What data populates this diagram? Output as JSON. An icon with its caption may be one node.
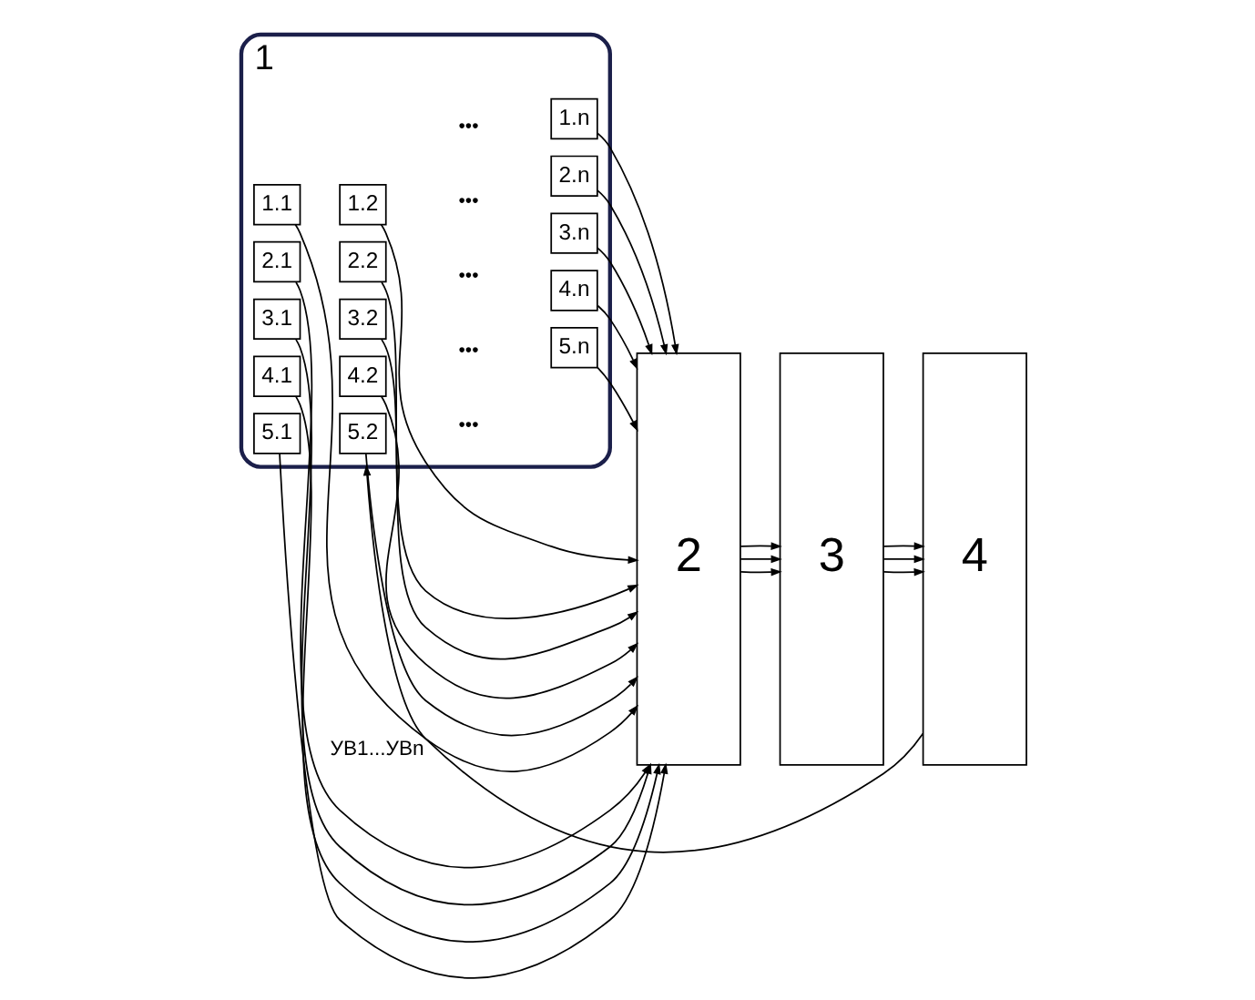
{
  "diagram": {
    "nodes": [
      {
        "text": [
          "1"
        ]
      },
      {
        "text": [
          "1.1"
        ],
        "in": 0
      },
      {
        "text": [
          "1.2"
        ],
        "in": 0
      },
      {
        "text": [
          "1.n"
        ],
        "in": 0
      },
      {
        "text": [
          "2.1"
        ],
        "in": 0
      },
      {
        "text": [
          "2.2"
        ],
        "in": 0
      },
      {
        "text": [
          "2.n"
        ],
        "in": 0
      },
      {
        "text": [
          "3.1"
        ],
        "in": 0
      },
      {
        "text": [
          "3.2"
        ],
        "in": 0
      },
      {
        "text": [
          "3.n"
        ],
        "in": 0
      },
      {
        "text": [
          "4.1"
        ],
        "in": 0
      },
      {
        "text": [
          "4.2"
        ],
        "in": 0
      },
      {
        "text": [
          "4.n"
        ],
        "in": 0
      },
      {
        "text": [
          "5.1"
        ],
        "in": 0
      },
      {
        "text": [
          "5.2"
        ],
        "in": 0
      },
      {
        "text": [
          "5.n"
        ],
        "in": 0
      },
      {
        "text": [
          "2"
        ]
      },
      {
        "text": [
          "3"
        ]
      },
      {
        "text": [
          "4"
        ]
      }
    ],
    "edges": [
      {
        "from": 3,
        "to": 16,
        "arrow": "to"
      },
      {
        "from": 2,
        "to": 16,
        "arrow": "to"
      },
      {
        "from": 1,
        "to": 16,
        "arrow": "to"
      },
      {
        "from": 6,
        "to": 16,
        "arrow": "to"
      },
      {
        "from": 5,
        "to": 16,
        "arrow": "to"
      },
      {
        "from": 4,
        "to": 16,
        "arrow": "to"
      },
      {
        "from": 9,
        "to": 16,
        "arrow": "to"
      },
      {
        "from": 8,
        "to": 16,
        "arrow": "to"
      },
      {
        "from": 7,
        "to": 16,
        "arrow": "to"
      },
      {
        "from": 12,
        "to": 16,
        "arrow": "to"
      },
      {
        "from": 11,
        "to": 16,
        "arrow": "to"
      },
      {
        "from": 10,
        "to": 16,
        "arrow": "to"
      },
      {
        "from": 15,
        "to": 16,
        "arrow": "to"
      },
      {
        "from": 14,
        "to": 16,
        "arrow": "to"
      },
      {
        "from": 13,
        "to": 16,
        "arrow": "to"
      },
      {
        "from": 16,
        "to": 17,
        "arrow": "to"
      },
      {
        "from": 16,
        "to": 17,
        "arrow": "to"
      },
      {
        "from": 16,
        "to": 17,
        "arrow": "to"
      },
      {
        "from": 17,
        "to": 18,
        "arrow": "to"
      },
      {
        "from": 17,
        "to": 18,
        "arrow": "to"
      },
      {
        "from": 17,
        "to": 18,
        "arrow": "to"
      },
      {
        "from": 18,
        "to": 0,
        "arrow": "to",
        "label": "УВ1...УВn"
      }
    ],
    "labels": [
      "•••",
      "•••",
      "•••",
      "•••",
      "•••"
    ]
  }
}
